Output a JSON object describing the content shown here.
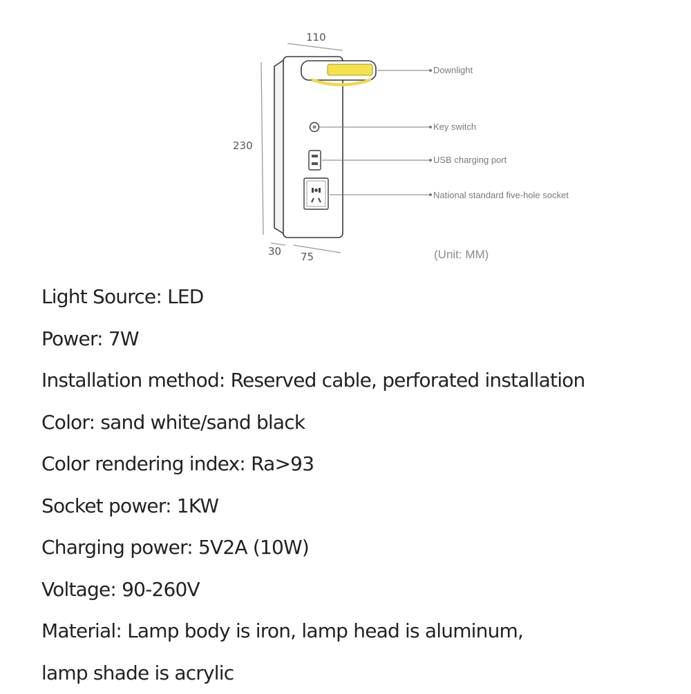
{
  "diagram": {
    "dimensions": {
      "width_top": "110",
      "height": "230",
      "depth": "30",
      "width_bottom": "75"
    },
    "callouts": {
      "downlight": "Downlight",
      "key_switch": "Key switch",
      "usb_port": "USB charging port",
      "socket": "National standard five-hole socket"
    },
    "unit_note": "(Unit: MM)",
    "colors": {
      "downlight_yellow": "#f4e34a",
      "outline": "#3a3a3a",
      "dimension_line": "#9a9a9a"
    }
  },
  "specs": [
    "Light Source: LED",
    "Power: 7W",
    "Installation method: Reserved cable, perforated installation",
    "Color: sand white/sand black",
    "Color rendering index: Ra>93",
    "Socket power: 1KW",
    "Charging power: 5V2A (10W)",
    "Voltage: 90-260V",
    "Material: Lamp body is iron, lamp head is aluminum,",
    "lamp shade is acrylic"
  ]
}
